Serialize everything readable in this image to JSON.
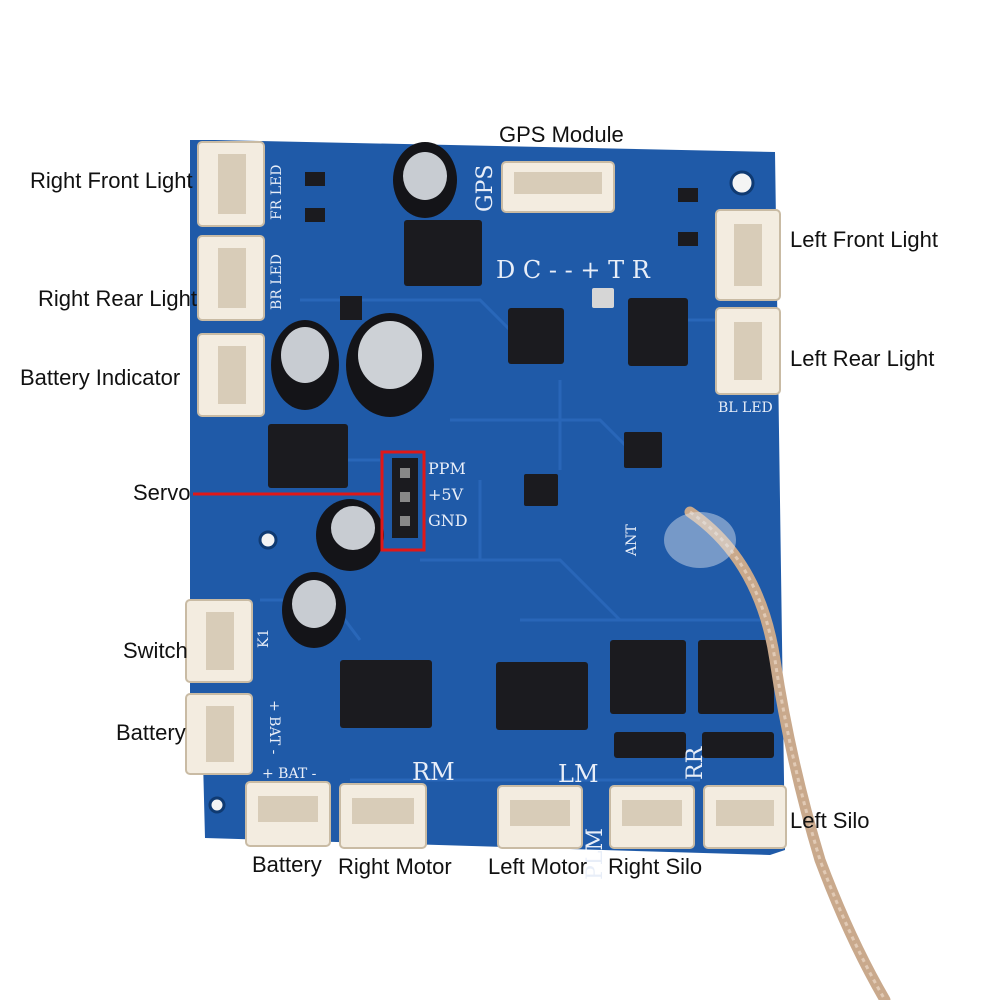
{
  "colors": {
    "pcb": "#1f5aa8",
    "pcb_dark": "#174a8e",
    "trace": "#2e6cc0",
    "connector": "#f3ece0",
    "connector_shadow": "#d8ccb8",
    "chip": "#1b1b1f",
    "silk": "#e8eef8",
    "callout_line": "#e01818",
    "cable": "#c9a98c"
  },
  "callouts": {
    "gps_module": "GPS Module",
    "right_front_light": "Right Front Light",
    "right_rear_light": "Right Rear Light",
    "battery_indicator": "Battery Indicator",
    "servo": "Servo",
    "switch": "Switch",
    "battery_side": "Battery",
    "battery_bottom": "Battery",
    "right_motor": "Right Motor",
    "left_motor": "Left Motor",
    "right_silo": "Right Silo",
    "left_silo": "Left Silo",
    "left_front_light": "Left Front Light",
    "left_rear_light": "Left Rear Light"
  },
  "silkscreen": {
    "gps": "GPS",
    "gps_pins": "D C - - + T R",
    "fr_led": "FR LED",
    "br_led": "BR LED",
    "bl_led": "BL LED",
    "ppm": "PPM",
    "plus5v": "+5V",
    "gnd": "GND",
    "ant": "ANT",
    "k1": "K1",
    "bat_side": "+ BAT -",
    "bat_bottom": "+ BAT -",
    "rm": "RM",
    "lm": "LM",
    "rr": "RR",
    "plm": "PLM"
  }
}
